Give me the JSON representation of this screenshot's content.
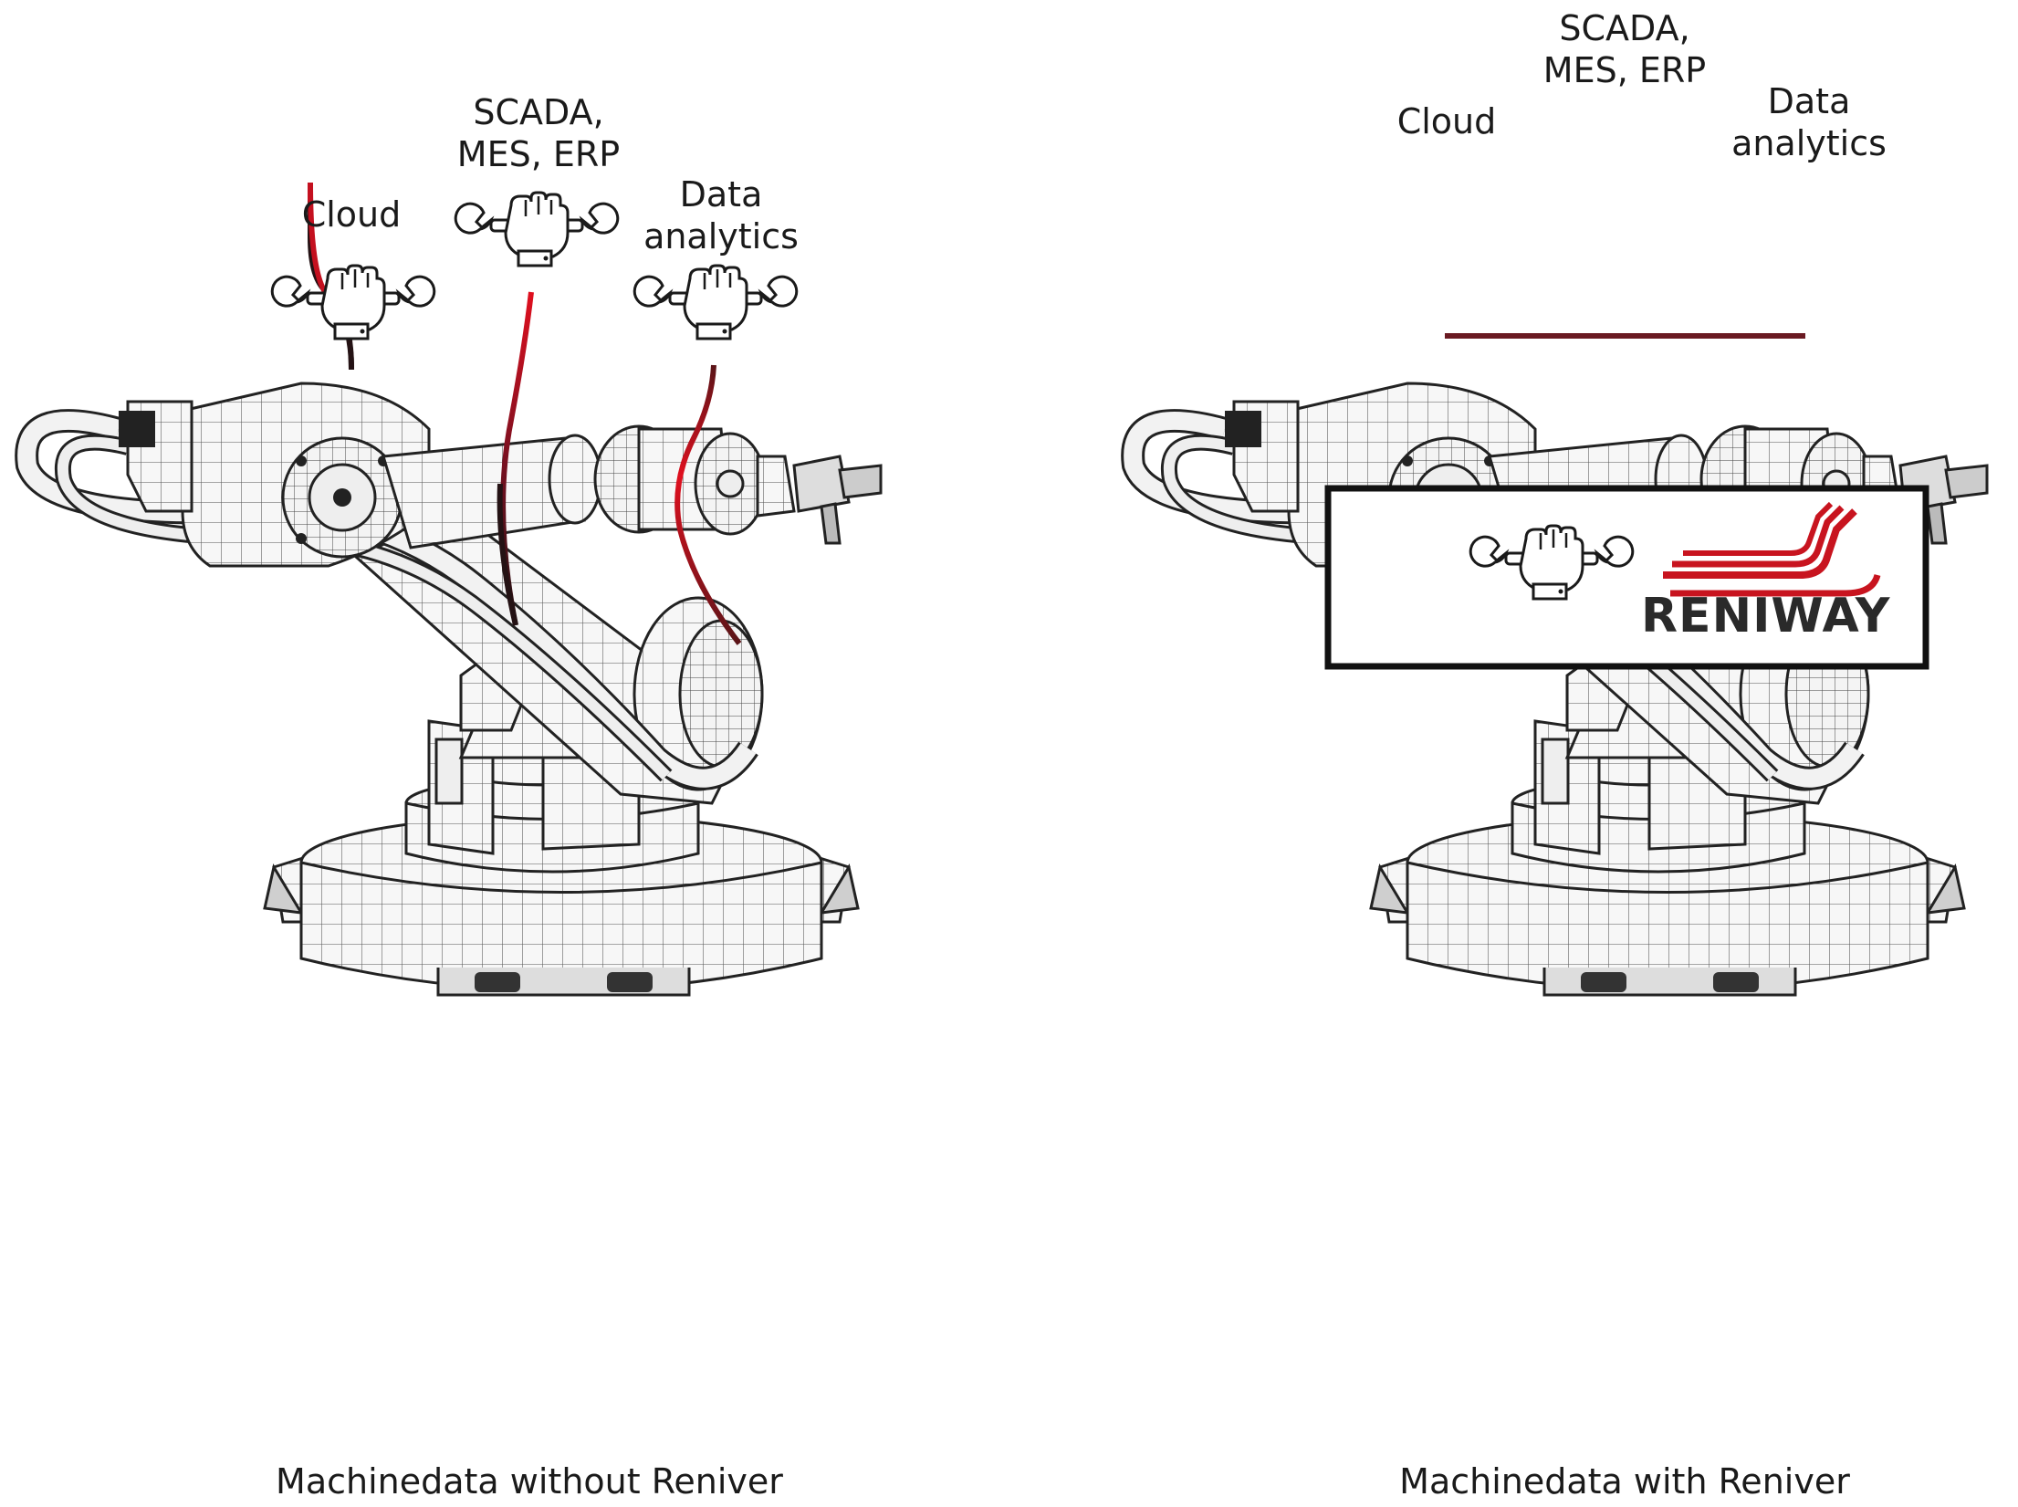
{
  "left_panel": {
    "labels": {
      "cloud": "Cloud",
      "scada_line1": "SCADA,",
      "scada_line2": "MES, ERP",
      "analytics_line1": "Data",
      "analytics_line2": "analytics"
    },
    "caption": "Machinedata without Reniver"
  },
  "right_panel": {
    "labels": {
      "cloud": "Cloud",
      "scada_line1": "SCADA,",
      "scada_line2": "MES, ERP",
      "analytics_line1": "Data",
      "analytics_line2": "analytics"
    },
    "caption": "Machinedata with Reniver",
    "logo_text": "RENIWAY"
  },
  "icons": [
    "wrench-fist-icon"
  ],
  "colors": {
    "cable_red": "#e0101f",
    "cable_dark": "#2a1416",
    "accent_dark_red": "#7a1a22",
    "box_border": "#111111"
  }
}
